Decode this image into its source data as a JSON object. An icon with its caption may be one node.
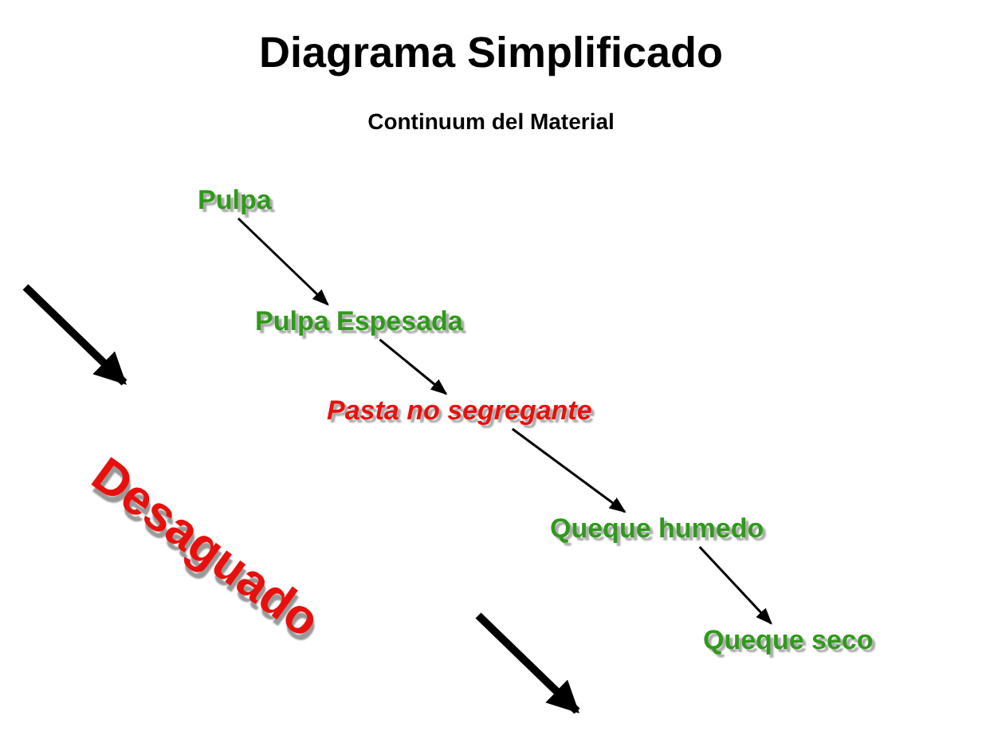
{
  "diagram": {
    "title": "Diagrama Simplificado",
    "nodes": [
      {
        "text": [
          "Pulpa"
        ]
      },
      {
        "text": [
          "Pulpa Espesada"
        ]
      },
      {
        "text": [
          "Pasta no segregante"
        ]
      },
      {
        "text": [
          "Queque humedo"
        ]
      },
      {
        "text": [
          "Queque seco"
        ]
      }
    ],
    "edges": [
      {
        "from": 0,
        "to": 1,
        "arrow": "to"
      },
      {
        "from": 1,
        "to": 2,
        "arrow": "to"
      },
      {
        "from": 2,
        "to": 3,
        "arrow": "to"
      },
      {
        "from": 3,
        "to": 4,
        "arrow": "to"
      }
    ],
    "labels": [
      "Continuum del Material",
      "Desaguado"
    ]
  }
}
